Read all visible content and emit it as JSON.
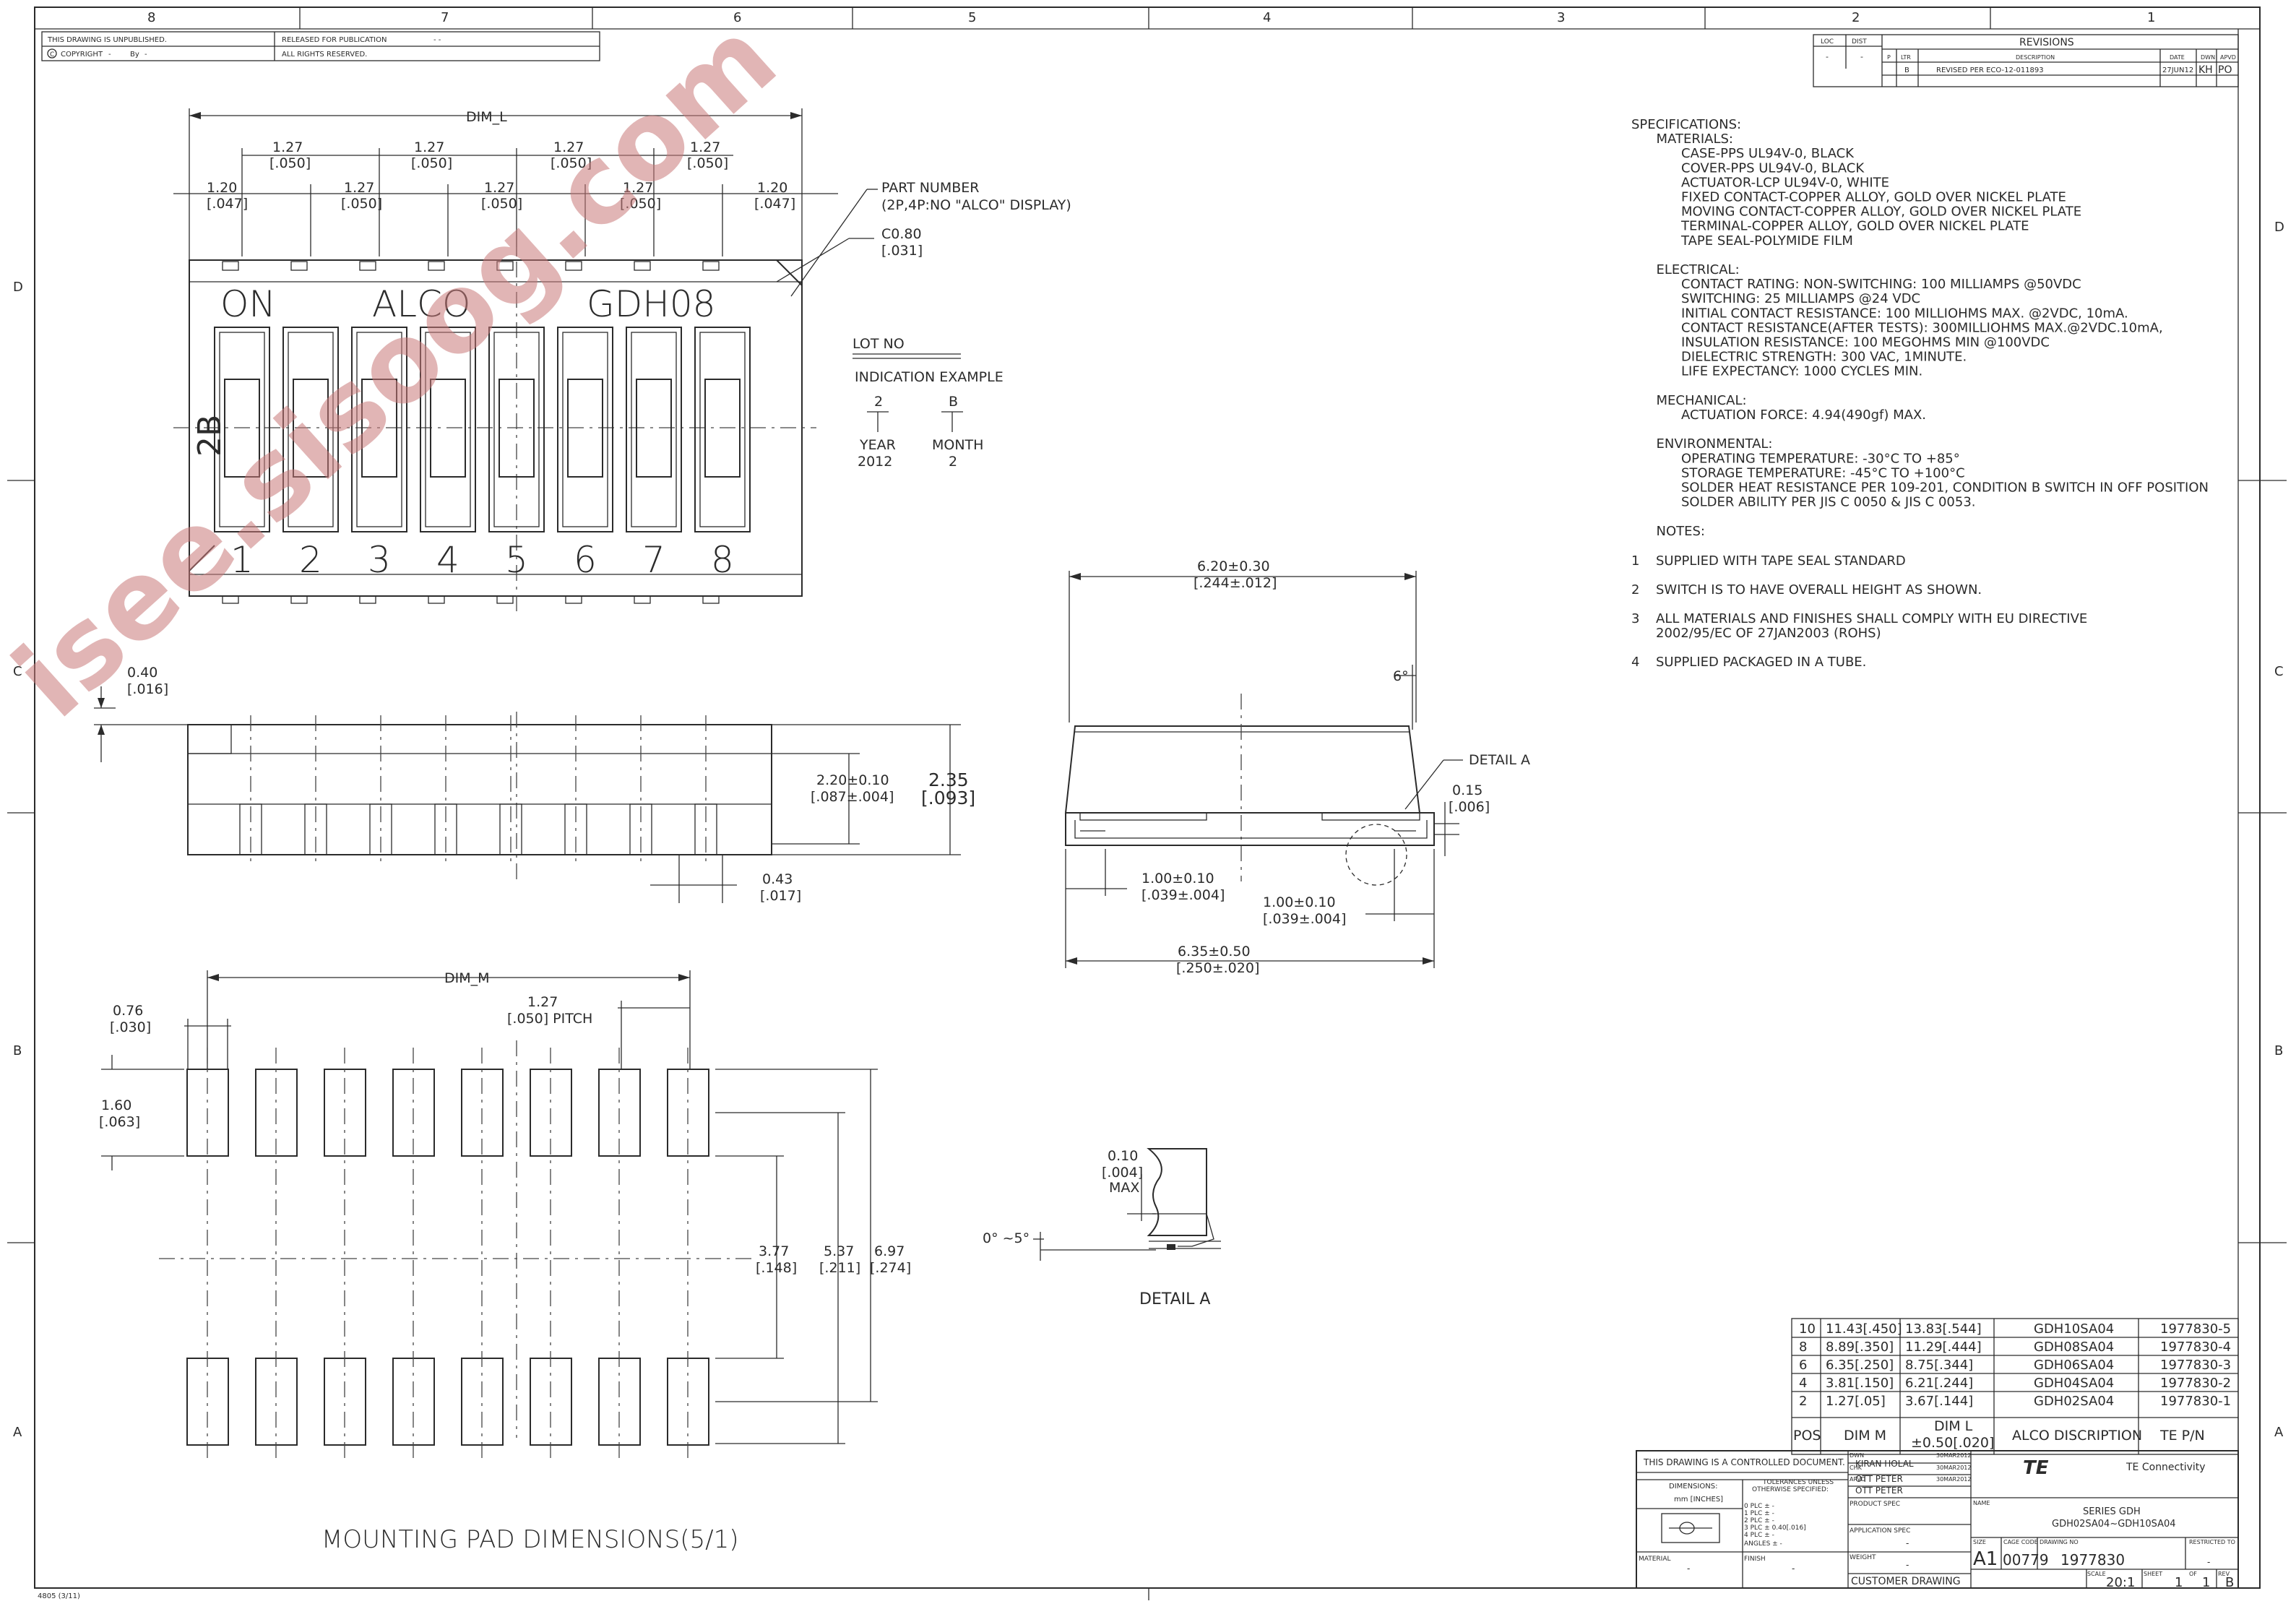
{
  "watermark": "isee.sisoog.com",
  "border": {
    "cols_top": [
      "8",
      "7",
      "6",
      "5",
      "4",
      "3",
      "2",
      "1"
    ],
    "rows_side": [
      "D",
      "C",
      "B",
      "A"
    ],
    "unpublished": "THIS DRAWING IS UNPUBLISHED.",
    "released": "RELEASED FOR PUBLICATION",
    "copyright": "COPYRIGHT",
    "copyright_by": "By",
    "rights": "ALL RIGHTS RESERVED.",
    "form_no": "4805 (3/11)"
  },
  "revisions": {
    "header": "REVISIONS",
    "loc": "LOC",
    "dist": "DIST",
    "cols": [
      "P",
      "LTR",
      "DESCRIPTION",
      "DATE",
      "DWN",
      "APVD"
    ],
    "row": {
      "ltr": "B",
      "description": "REVISED PER ECO-12-011893",
      "date": "27JUN12",
      "dwn": "KH",
      "apvd": "PO"
    }
  },
  "top_view": {
    "dim_l": "DIM_L",
    "dims": [
      {
        "mm": "1.20",
        "in": "[.047]"
      },
      {
        "mm": "1.27",
        "in": "[.050]"
      },
      {
        "mm": "1.27",
        "in": "[.050]"
      },
      {
        "mm": "1.27",
        "in": "[.050]"
      },
      {
        "mm": "1.27",
        "in": "[.050]"
      },
      {
        "mm": "1.27",
        "in": "[.050]"
      },
      {
        "mm": "1.27",
        "in": "[.050]"
      },
      {
        "mm": "1.27",
        "in": "[.050]"
      },
      {
        "mm": "1.20",
        "in": "[.047]"
      }
    ],
    "body_on": "ON",
    "body_alco": "ALCO",
    "body_part": "GDH08",
    "body_lot": "2B",
    "numbers": [
      "1",
      "2",
      "3",
      "4",
      "5",
      "6",
      "7",
      "8"
    ],
    "part_number_note": "PART NUMBER",
    "part_number_note2": "(2P,4P:NO \"ALCO\" DISPLAY)",
    "chamfer_mm": "C0.80",
    "chamfer_in": "[.031]",
    "lot_no": "LOT NO",
    "indication": "INDICATION EXAMPLE",
    "lot_digit": "2",
    "lot_letter": "B",
    "year_label": "YEAR",
    "year_value": "2012",
    "month_label": "MONTH",
    "month_value": "2"
  },
  "side_view": {
    "d040_mm": "0.40",
    "d040_in": "[.016]",
    "d220_mm": "2.20±0.10",
    "d220_in": "[.087±.004]",
    "d235_mm": "2.35",
    "d235_in": "[.093]",
    "d043_mm": "0.43",
    "d043_in": "[.017]"
  },
  "end_view": {
    "d620_mm": "6.20±0.30",
    "d620_in": "[.244±.012]",
    "angle6": "6°",
    "detail_a": "DETAIL A",
    "d015_mm": "0.15",
    "d015_in": "[.006]",
    "d100a_mm": "1.00±0.10",
    "d100a_in": "[.039±.004]",
    "d100b_mm": "1.00±0.10",
    "d100b_in": "[.039±.004]",
    "d635_mm": "6.35±0.50",
    "d635_in": "[.250±.020]"
  },
  "pad_view": {
    "dim_m": "DIM_M",
    "d076_mm": "0.76",
    "d076_in": "[.030]",
    "pitch_mm": "1.27",
    "pitch_in": "[.050] PITCH",
    "d160_mm": "1.60",
    "d160_in": "[.063]",
    "d377_mm": "3.77",
    "d377_in": "[.148]",
    "d537_mm": "5.37",
    "d537_in": "[.211]",
    "d697_mm": "6.97",
    "d697_in": "[.274]",
    "title": "MOUNTING PAD DIMENSIONS(5/1)"
  },
  "detail": {
    "d010_mm": "0.10",
    "d010_in": "[.004]",
    "max": "MAX",
    "angle": "0° ~5°",
    "label": "DETAIL A"
  },
  "specs": [
    "SPECIFICATIONS:",
    "   MATERIALS:",
    "      CASE-PPS UL94V-0, BLACK",
    "      COVER-PPS UL94V-0, BLACK",
    "      ACTUATOR-LCP UL94V-0, WHITE",
    "      FIXED CONTACT-COPPER ALLOY, GOLD OVER NICKEL PLATE",
    "      MOVING CONTACT-COPPER ALLOY, GOLD OVER NICKEL PLATE",
    "      TERMINAL-COPPER ALLOY, GOLD OVER NICKEL PLATE",
    "      TAPE SEAL-POLYMIDE FILM",
    "",
    "   ELECTRICAL:",
    "      CONTACT RATING: NON-SWITCHING: 100 MILLIAMPS @50VDC",
    "      SWITCHING: 25 MILLIAMPS @24 VDC",
    "      INITIAL CONTACT RESISTANCE: 100 MILLIOHMS MAX. @2VDC, 10mA.",
    "      CONTACT RESISTANCE(AFTER TESTS): 300MILLIOHMS MAX.@2VDC.10mA,",
    "      INSULATION RESISTANCE: 100 MEGOHMS MIN @100VDC",
    "      DIELECTRIC STRENGTH: 300 VAC, 1MINUTE.",
    "      LIFE EXPECTANCY: 1000 CYCLES MIN.",
    "",
    "   MECHANICAL:",
    "      ACTUATION FORCE: 4.94(490gf) MAX.",
    "",
    "   ENVIRONMENTAL:",
    "      OPERATING TEMPERATURE: -30°C TO +85°",
    "      STORAGE TEMPERATURE: -45°C TO +100°C",
    "      SOLDER HEAT RESISTANCE PER 109-201, CONDITION B SWITCH IN OFF POSITION",
    "      SOLDER ABILITY PER JIS C 0050 & JIS C 0053.",
    "",
    "   NOTES:"
  ],
  "notes": [
    {
      "n": "1",
      "lines": [
        "SUPPLIED WITH TAPE SEAL STANDARD"
      ]
    },
    {
      "n": "2",
      "lines": [
        "SWITCH IS TO HAVE OVERALL HEIGHT AS SHOWN."
      ]
    },
    {
      "n": "3",
      "lines": [
        "ALL MATERIALS AND FINISHES SHALL COMPLY WITH EU DIRECTIVE",
        "2002/95/EC OF 27JAN2003 (ROHS)"
      ]
    },
    {
      "n": "4",
      "lines": [
        "SUPPLIED PACKAGED IN A TUBE."
      ]
    }
  ],
  "part_table": {
    "rows": [
      {
        "pos": "10",
        "dim_m": "11.43[.450]",
        "dim_l": "13.83[.544]",
        "alco": "GDH10SA04",
        "te": "1977830-5"
      },
      {
        "pos": "8",
        "dim_m": "8.89[.350]",
        "dim_l": "11.29[.444]",
        "alco": "GDH08SA04",
        "te": "1977830-4"
      },
      {
        "pos": "6",
        "dim_m": "6.35[.250]",
        "dim_l": "8.75[.344]",
        "alco": "GDH06SA04",
        "te": "1977830-3"
      },
      {
        "pos": "4",
        "dim_m": "3.81[.150]",
        "dim_l": "6.21[.244]",
        "alco": "GDH04SA04",
        "te": "1977830-2"
      },
      {
        "pos": "2",
        "dim_m": "1.27[.05]",
        "dim_l": "3.67[.144]",
        "alco": "GDH02SA04",
        "te": "1977830-1"
      }
    ],
    "h_pos": "POS",
    "h_dim_m": "DIM M",
    "h_dim_l1": "DIM L",
    "h_dim_l2": "±0.50[.020]",
    "h_alco": "ALCO DISCRIPTION",
    "h_te": "TE P/N"
  },
  "title_block": {
    "controlled": "THIS DRAWING IS A CONTROLLED DOCUMENT.",
    "dimensions": "DIMENSIONS:",
    "units": "mm [INCHES]",
    "tolerances": "TOLERANCES UNLESS",
    "otherwise": "OTHERWISE SPECIFIED:",
    "tol_lines": [
      "0 PLC ±  -",
      "1 PLC ±  -",
      "2 PLC ±  -",
      "3 PLC ± 0.40[.016]",
      "4 PLC ±  -",
      "ANGLES ±  -"
    ],
    "dwn_label": "DWN",
    "dwn_name": "KIRAN HOLAL",
    "dwn_date": "30MAR2012",
    "chk_label": "CHK",
    "chk_name": "OTT PETER",
    "chk_date": "30MAR2012",
    "apvd_label": "APVD",
    "apvd_name": "OTT PETER",
    "apvd_date": "30MAR2012",
    "product_spec": "PRODUCT SPEC",
    "application_spec": "APPLICATION SPEC",
    "weight": "WEIGHT",
    "material": "MATERIAL",
    "material_val": "-",
    "finish": "FINISH",
    "finish_val": "-",
    "company": "TE Connectivity",
    "logo": "TE",
    "name_label": "NAME",
    "name_line1": "SERIES GDH",
    "name_line2": "GDH02SA04~GDH10SA04",
    "size_label": "SIZE",
    "size_val": "A1",
    "cage_label": "CAGE CODE",
    "cage_val": "00779",
    "dwg_label": "DRAWING NO",
    "dwg_val": "1977830",
    "restricted": "RESTRICTED TO",
    "restricted_val": "-",
    "customer": "CUSTOMER DRAWING",
    "scale_label": "SCALE",
    "scale_val": "20:1",
    "sheet_label": "SHEET",
    "sheet_val": "1",
    "of_label": "OF",
    "of_val": "1",
    "rev_label": "REV",
    "rev_val": "B"
  }
}
